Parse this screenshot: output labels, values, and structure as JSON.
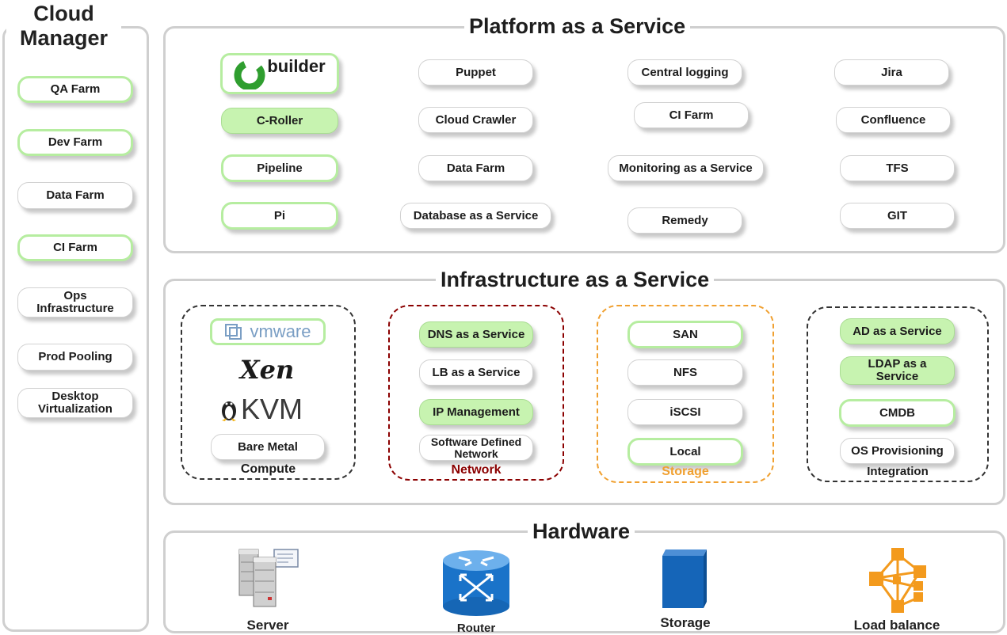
{
  "cloud_manager": {
    "title": "Cloud\nManager",
    "items": [
      "QA Farm",
      "Dev Farm",
      "Data Farm",
      "CI Farm",
      "Ops Infrastructure",
      "Prod Pooling",
      "Desktop Virtualization"
    ]
  },
  "paas": {
    "title": "Platform as a Service",
    "builder_logo": "builder",
    "col1": [
      "C-Roller",
      "Pipeline",
      "Pi"
    ],
    "col2": [
      "Puppet",
      "Cloud Crawler",
      "Data Farm",
      "Database as a Service"
    ],
    "col3": [
      "Central logging",
      "CI Farm",
      "Monitoring as a Service",
      "Remedy"
    ],
    "col4": [
      "Jira",
      "Confluence",
      "TFS",
      "GIT"
    ]
  },
  "iaas": {
    "title": "Infrastructure as a Service",
    "compute": {
      "label": "Compute",
      "logos": {
        "vmware": "vmware",
        "xen": "Xen",
        "kvm": "KVM"
      },
      "items": [
        "Bare Metal"
      ]
    },
    "network": {
      "label": "Network",
      "color": "#8b0000",
      "items": [
        "DNS as a Service",
        "LB as a Service",
        "IP Management",
        "Software Defined Network"
      ]
    },
    "storage": {
      "label": "Storage",
      "color": "#f0a030",
      "items": [
        "SAN",
        "NFS",
        "iSCSI",
        "Local"
      ]
    },
    "integration": {
      "label": "Integration",
      "items": [
        "AD as a Service",
        "LDAP as a Service",
        "CMDB",
        "OS Provisioning"
      ]
    }
  },
  "hardware": {
    "title": "Hardware",
    "items": [
      "Server",
      "Router",
      "Storage",
      "Load balance"
    ]
  },
  "colors": {
    "panel_border": "#cfcfcf",
    "green_fill": "#c7f3b0",
    "green_outline": "#b6eda0",
    "router_blue": "#1a73c9",
    "storage_blue": "#1565b8",
    "lb_orange": "#f39a1d"
  }
}
